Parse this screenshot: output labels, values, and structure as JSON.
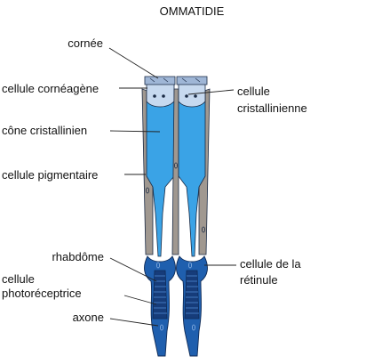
{
  "title": "OMMATIDIE",
  "labels": {
    "cornee": "cornée",
    "cellule_corneagene": "cellule cornéagène",
    "cone_cristallinien": "cône cristallinien",
    "cellule_pigmentaire": "cellule pigmentaire",
    "rhabdome": "rhabdôme",
    "photoreceptrice_line1": "cellule",
    "photoreceptrice_line2": "photoréceptrice",
    "axone": "axone",
    "cristallinienne_line1": "cellule",
    "cristallinienne_line2": "cristallinienne",
    "retinule_line1": "cellule de la",
    "retinule_line2": "rétinule"
  },
  "colors": {
    "cornea": "#9fb6d6",
    "corneagen": "#c7d9ef",
    "cone": "#3aa3e6",
    "pigment": "#a09890",
    "retinula": "#1f5fae",
    "rhabdom": "#163c7a",
    "outline": "#1a2a44",
    "leader": "#222222",
    "text": "#111111"
  }
}
